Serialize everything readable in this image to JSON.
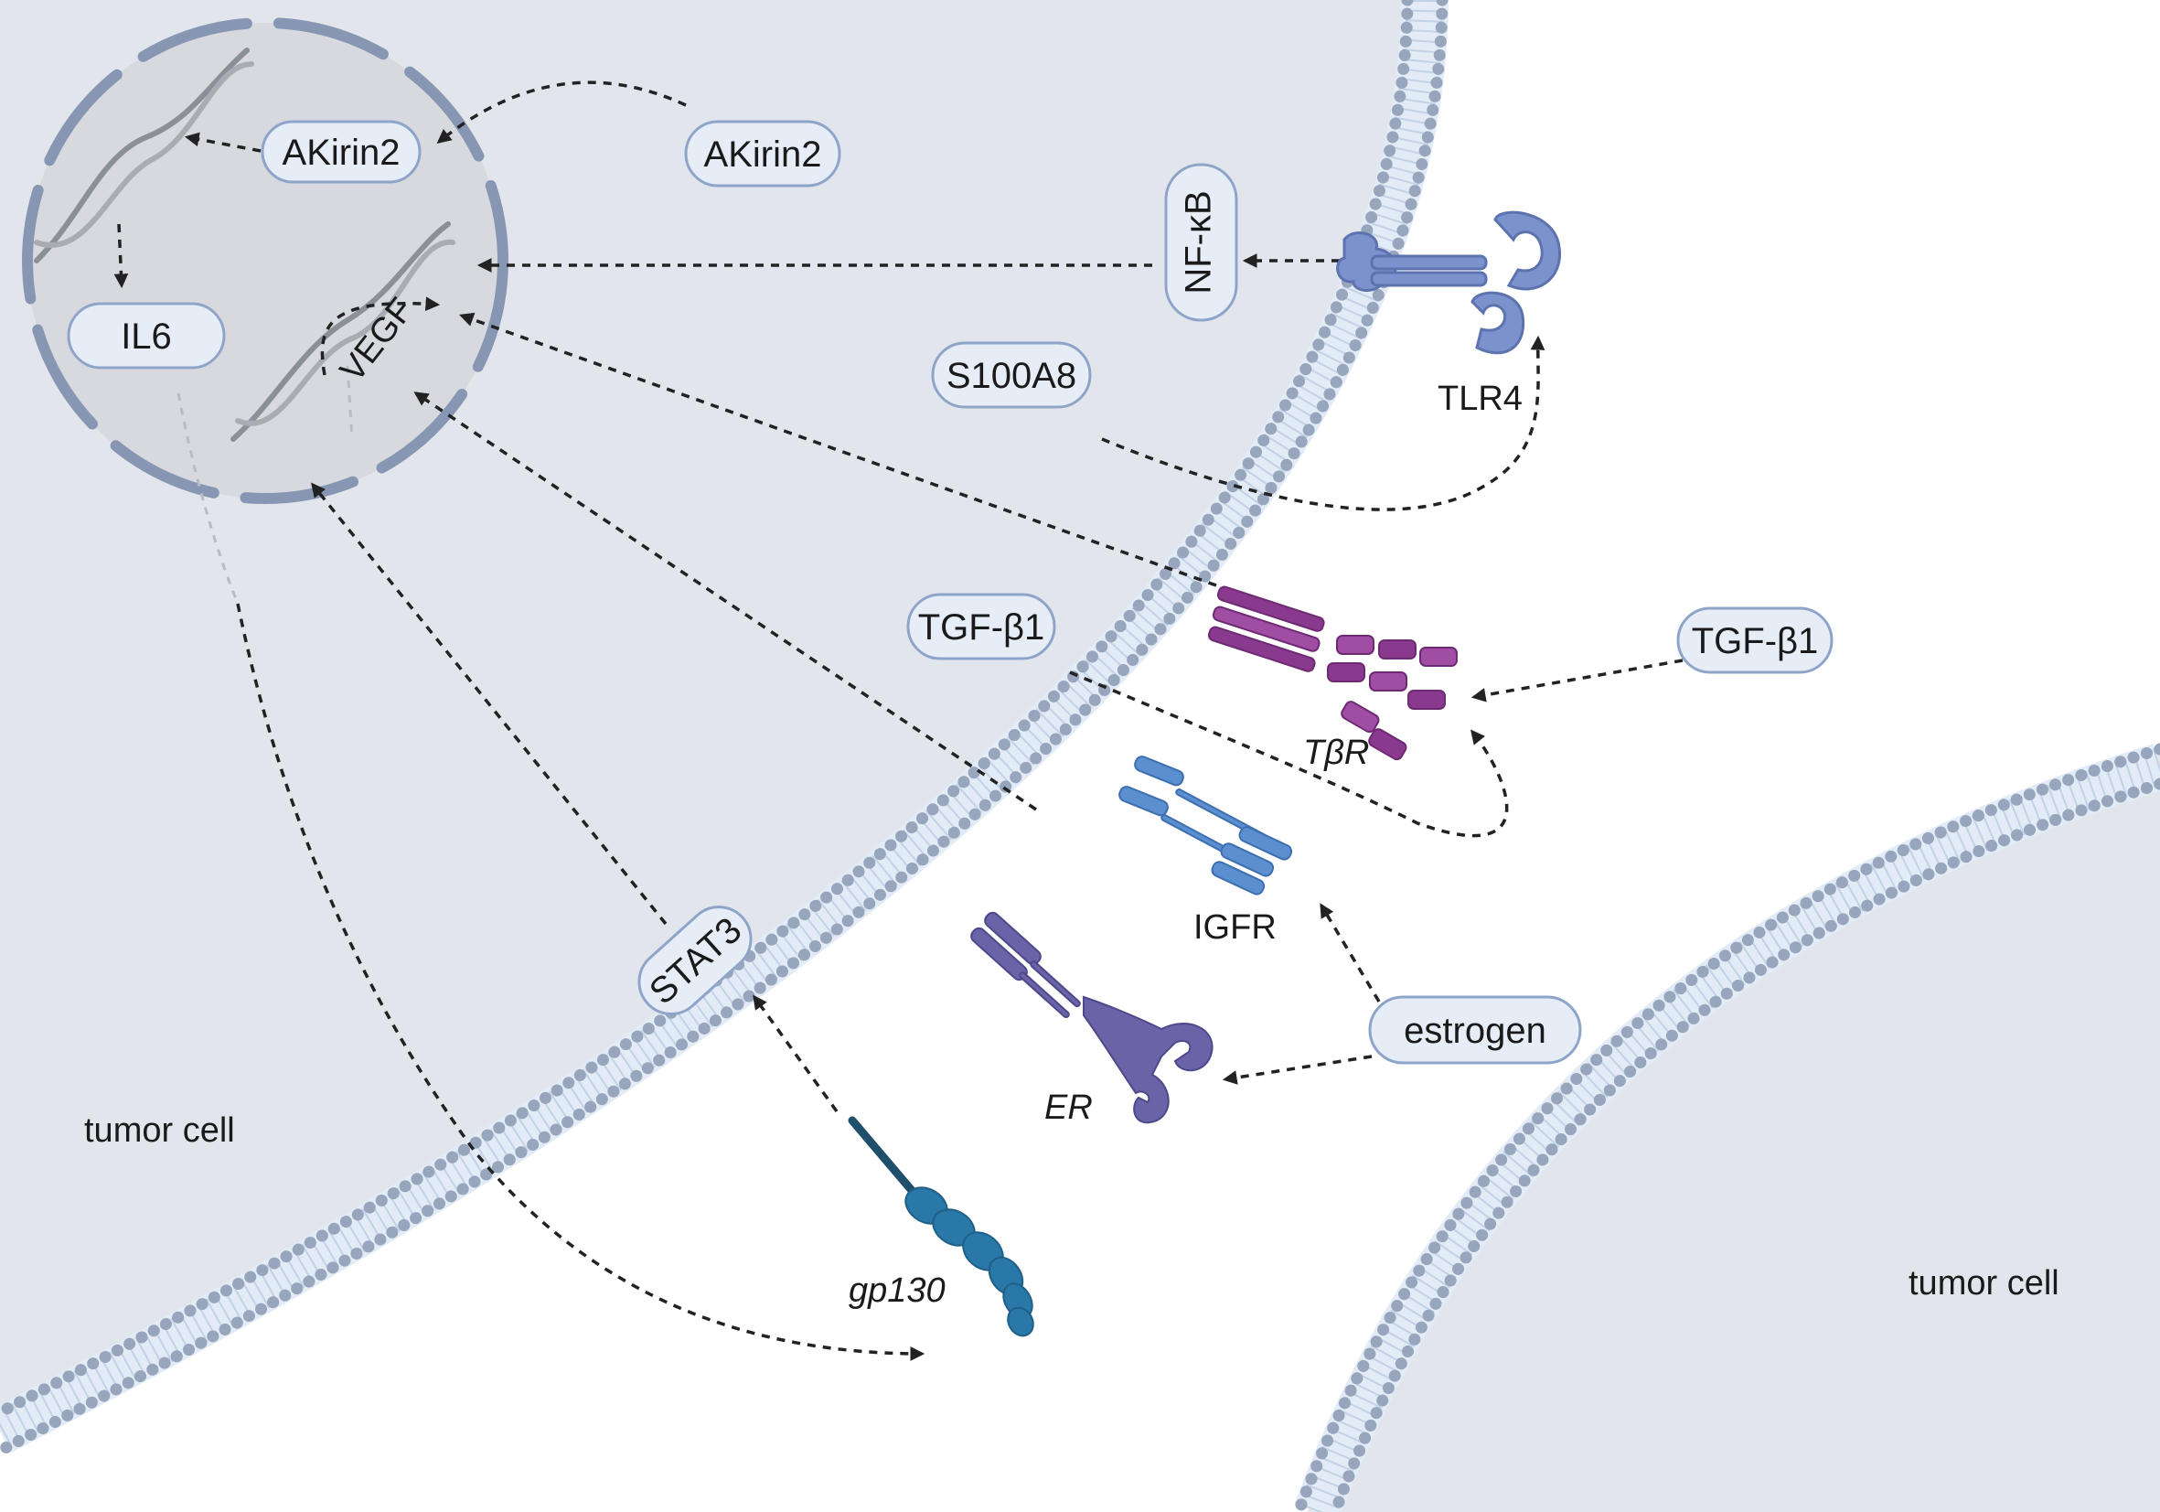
{
  "labels": {
    "akirin2_nucleus": "AKirin2",
    "akirin2_cytoplasm": "AKirin2",
    "il6": "IL6",
    "vegf": "VEGF",
    "nfkb": "NF-κB",
    "tlr4": "TLR4",
    "s100a8": "S100A8",
    "tgfb1_inner": "TGF-β1",
    "tgfb1_outer": "TGF-β1",
    "tbr": "TβR",
    "igfr": "IGFR",
    "estrogen": "estrogen",
    "er": "ER",
    "stat3": "STAT3",
    "gp130": "gp130",
    "tumor_cell_left": "tumor cell",
    "tumor_cell_right": "tumor cell"
  },
  "colors": {
    "cytoplasm": "#e3e5ec",
    "nucleus": "#d7d9de",
    "nuclear_envelope": "#8797b3",
    "membrane_bead": "#97a5bd",
    "pill_fill": "#e6edf7",
    "pill_stroke": "#8ea4c9",
    "tlr4": "#7b92cc",
    "tbr": "#8a3a8e",
    "igfr": "#5b8fcf",
    "er": "#6b63a8",
    "gp130": "#2a78a8"
  }
}
